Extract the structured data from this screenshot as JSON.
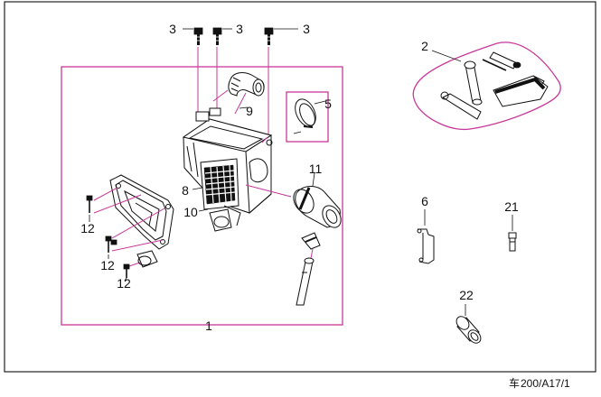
{
  "callouts": {
    "c1": "1",
    "c2": "2",
    "c3a": "3",
    "c3b": "3",
    "c3c": "3",
    "c5": "5",
    "c6": "6",
    "c8": "8",
    "c9": "9",
    "c10": "10",
    "c11": "11",
    "c12a": "12",
    "c12b": "12",
    "c12c": "12",
    "c21": "21",
    "c22": "22"
  },
  "footer": {
    "code": "200/A17/1",
    "mark": "车"
  },
  "colors": {
    "frame": "#222222",
    "assembly_box": "#c8389a",
    "ink": "#111111"
  }
}
